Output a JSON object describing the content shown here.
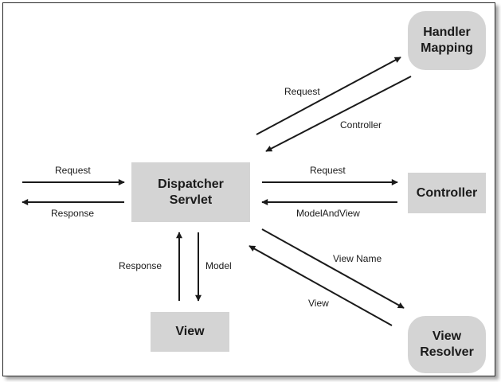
{
  "nodes": {
    "dispatcher": "Dispatcher\nServlet",
    "handler_mapping": "Handler\nMapping",
    "controller": "Controller",
    "view": "View",
    "view_resolver": "View\nResolver"
  },
  "edges": {
    "client_request": "Request",
    "client_response": "Response",
    "hm_request": "Request",
    "hm_controller": "Controller",
    "ctrl_request": "Request",
    "ctrl_model_and_view": "ModelAndView",
    "vr_view_name": "View Name",
    "vr_view": "View",
    "view_response": "Response",
    "view_model": "Model"
  }
}
